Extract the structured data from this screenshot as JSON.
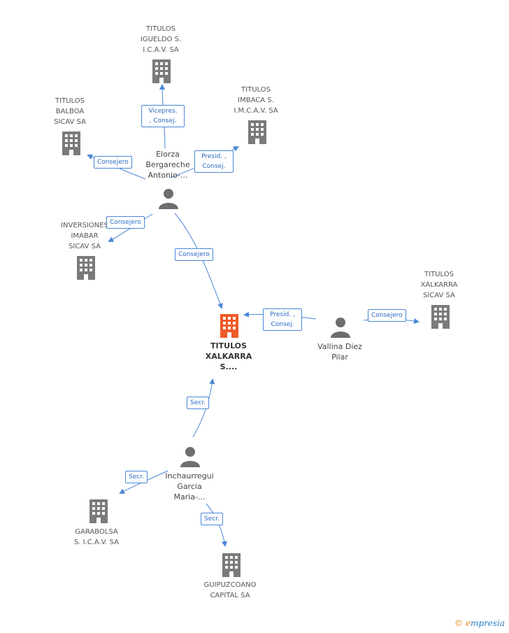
{
  "nodes": {
    "center": "TITULOS\nXALKARRA\nS....",
    "igueldo": "TITULOS\nIGUELDO S.\nI.C.A.V. SA",
    "balboa": "TITULOS\nBALBOA\nSICAV SA",
    "imbaca": "TITULOS\nIMBACA S.\nI.M.C.A.V. SA",
    "imabar": "INVERSIONES\nIMABAR\nSICAV SA",
    "xalkarra_sicav": "TITULOS\nXALKARRA\nSICAV SA",
    "garabolsa": "GARABOLSA\nS. I.C.A.V. SA",
    "guipuzcoano": "GUIPUZCOANO\nCAPITAL SA",
    "elorza": "Elorza\nBergareche\nAntonio-...",
    "vallina": "Vallina Diez\nPilar",
    "inchaurregui": "Inchaurregui\nGarcia\nMaria-..."
  },
  "relations": {
    "vicepres": "Vicepres.\n, Consej.",
    "consejero_balboa": "Consejero",
    "presid_imbaca": "Presid. ,\nConsej.",
    "consejero_imabar": "Consejero",
    "consejero_center": "Consejero",
    "presid_center": "Presid. ,\nConsej.",
    "consejero_xalkarra": "Consejero",
    "secr_center": "Secr.",
    "secr_garabolsa": "Secr.",
    "secr_guipuzcoano": "Secr."
  },
  "brand": {
    "copyright": "©",
    "name": "mpresia",
    "initial": "e"
  },
  "colors": {
    "center_building": "#f05a28",
    "building": "#7a7a7a",
    "person": "#6e6e6e",
    "edge": "#4a86d4"
  }
}
